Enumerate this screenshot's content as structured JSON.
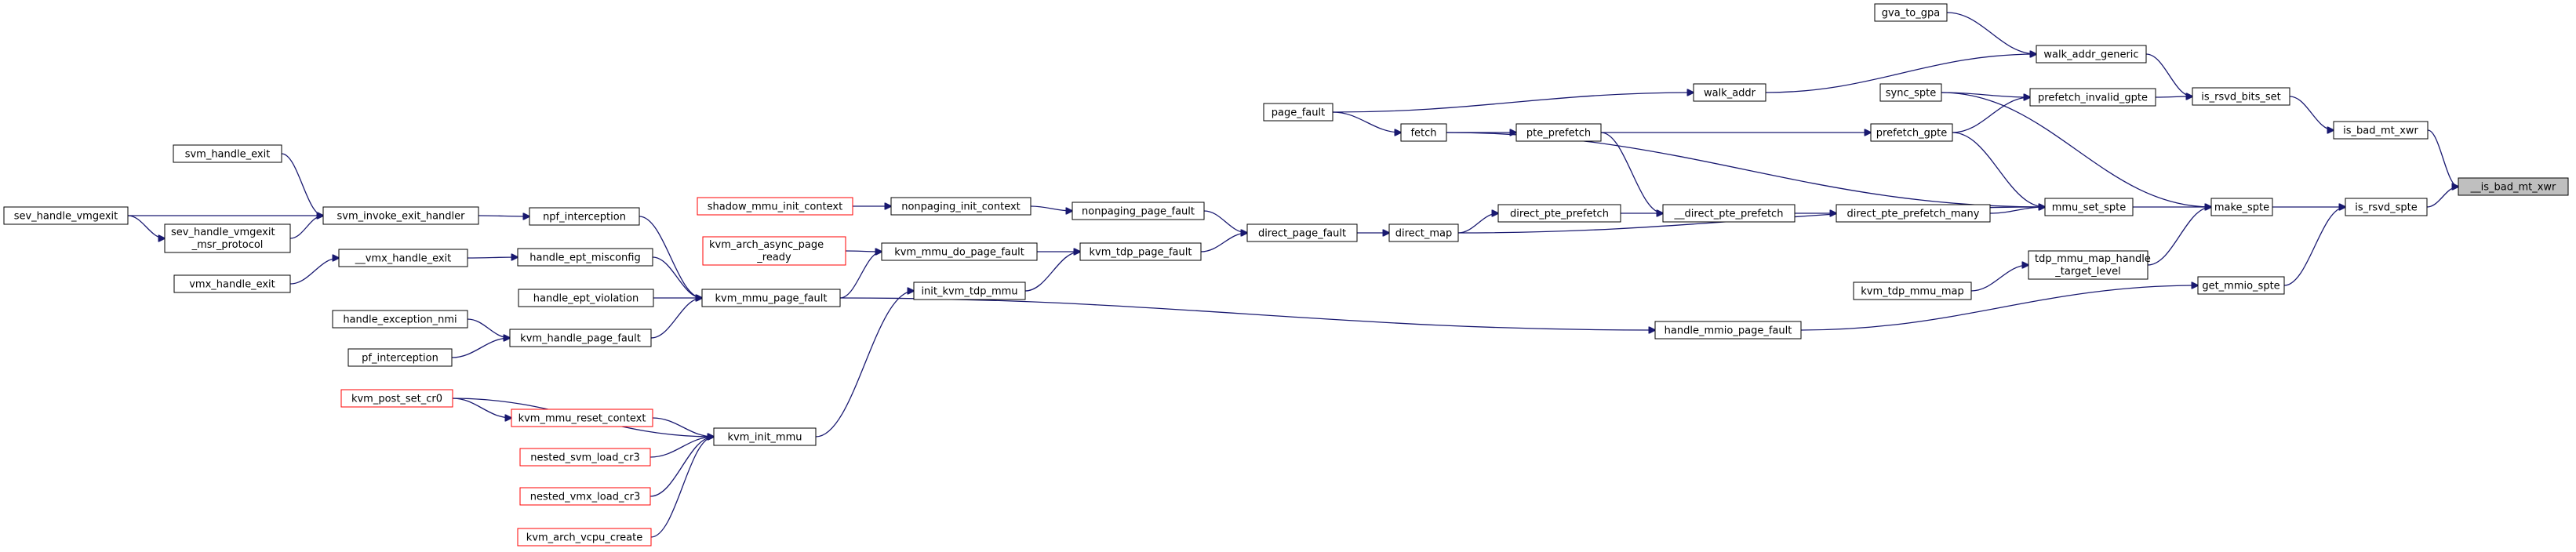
{
  "graph": {
    "type": "call-graph",
    "edge_color": "#191970",
    "highlight_fill": "#bfbfbf",
    "truncated_border_color": "#ff0000",
    "nodes": [
      {
        "id": "bad_mt_xwr_root",
        "label": "__is_bad_mt_xwr",
        "target": true
      },
      {
        "id": "is_bad_mt_xwr",
        "label": "is_bad_mt_xwr"
      },
      {
        "id": "is_rsvd_spte",
        "label": "is_rsvd_spte"
      },
      {
        "id": "is_rsvd_bits_set",
        "label": "is_rsvd_bits_set"
      },
      {
        "id": "walk_addr_generic",
        "label": "walk_addr_generic"
      },
      {
        "id": "gva_to_gpa",
        "label": "gva_to_gpa"
      },
      {
        "id": "walk_addr",
        "label": "walk_addr"
      },
      {
        "id": "prefetch_invalid_gpte",
        "label": "prefetch_invalid_gpte"
      },
      {
        "id": "sync_spte",
        "label": "sync_spte"
      },
      {
        "id": "prefetch_gpte",
        "label": "prefetch_gpte"
      },
      {
        "id": "make_spte",
        "label": "make_spte"
      },
      {
        "id": "mmu_set_spte",
        "label": "mmu_set_spte"
      },
      {
        "id": "tdp_mmu_map_handle_target_level",
        "label": "tdp_mmu_map_handle",
        "label2": "_target_level"
      },
      {
        "id": "get_mmio_spte",
        "label": "get_mmio_spte"
      },
      {
        "id": "handle_mmio_page_fault",
        "label": "handle_mmio_page_fault"
      },
      {
        "id": "kvm_tdp_mmu_map",
        "label": "kvm_tdp_mmu_map"
      },
      {
        "id": "direct_pte_prefetch_many",
        "label": "direct_pte_prefetch_many"
      },
      {
        "id": "__direct_pte_prefetch",
        "label": "__direct_pte_prefetch"
      },
      {
        "id": "direct_pte_prefetch",
        "label": "direct_pte_prefetch"
      },
      {
        "id": "pte_prefetch",
        "label": "pte_prefetch"
      },
      {
        "id": "fetch",
        "label": "fetch"
      },
      {
        "id": "page_fault",
        "label": "page_fault"
      },
      {
        "id": "direct_map",
        "label": "direct_map"
      },
      {
        "id": "direct_page_fault",
        "label": "direct_page_fault"
      },
      {
        "id": "nonpaging_page_fault",
        "label": "nonpaging_page_fault"
      },
      {
        "id": "kvm_tdp_page_fault",
        "label": "kvm_tdp_page_fault"
      },
      {
        "id": "nonpaging_init_context",
        "label": "nonpaging_init_context"
      },
      {
        "id": "shadow_mmu_init_context",
        "label": "shadow_mmu_init_context",
        "red": true
      },
      {
        "id": "kvm_mmu_do_page_fault",
        "label": "kvm_mmu_do_page_fault"
      },
      {
        "id": "kvm_arch_async_page_ready",
        "label": "kvm_arch_async_page",
        "label2": "_ready",
        "red": true
      },
      {
        "id": "init_kvm_tdp_mmu",
        "label": "init_kvm_tdp_mmu"
      },
      {
        "id": "kvm_init_mmu",
        "label": "kvm_init_mmu"
      },
      {
        "id": "kvm_post_set_cr0",
        "label": "kvm_post_set_cr0",
        "red": true
      },
      {
        "id": "kvm_mmu_reset_context",
        "label": "kvm_mmu_reset_context",
        "red": true
      },
      {
        "id": "nested_svm_load_cr3",
        "label": "nested_svm_load_cr3",
        "red": true
      },
      {
        "id": "nested_vmx_load_cr3",
        "label": "nested_vmx_load_cr3",
        "red": true
      },
      {
        "id": "kvm_arch_vcpu_create",
        "label": "kvm_arch_vcpu_create",
        "red": true
      },
      {
        "id": "kvm_mmu_page_fault",
        "label": "kvm_mmu_page_fault"
      },
      {
        "id": "npf_interception",
        "label": "npf_interception"
      },
      {
        "id": "handle_ept_misconfig",
        "label": "handle_ept_misconfig"
      },
      {
        "id": "handle_ept_violation",
        "label": "handle_ept_violation"
      },
      {
        "id": "kvm_handle_page_fault",
        "label": "kvm_handle_page_fault"
      },
      {
        "id": "handle_exception_nmi",
        "label": "handle_exception_nmi"
      },
      {
        "id": "pf_interception",
        "label": "pf_interception"
      },
      {
        "id": "__vmx_handle_exit",
        "label": "__vmx_handle_exit"
      },
      {
        "id": "vmx_handle_exit",
        "label": "vmx_handle_exit"
      },
      {
        "id": "svm_invoke_exit_handler",
        "label": "svm_invoke_exit_handler"
      },
      {
        "id": "svm_handle_exit",
        "label": "svm_handle_exit"
      },
      {
        "id": "sev_handle_vmgexit_msr_protocol",
        "label": "sev_handle_vmgexit",
        "label2": "_msr_protocol"
      },
      {
        "id": "sev_handle_vmgexit",
        "label": "sev_handle_vmgexit"
      }
    ]
  }
}
